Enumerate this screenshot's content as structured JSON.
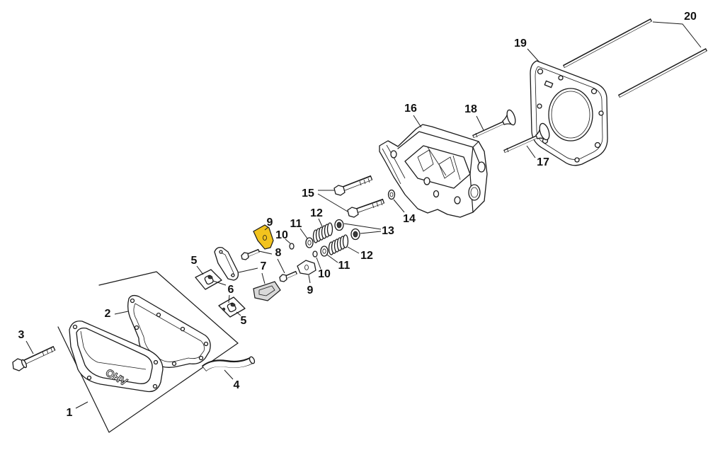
{
  "callouts": [
    "1",
    "2",
    "3",
    "4",
    "5",
    "5",
    "6",
    "7",
    "8",
    "9",
    "9",
    "10",
    "10",
    "11",
    "11",
    "12",
    "12",
    "13",
    "14",
    "15",
    "16",
    "17",
    "18",
    "19",
    "20"
  ],
  "cover_lettering": "OHV",
  "colors": {
    "highlight": "#f2c31e",
    "line": "#1a1a1a",
    "background": "#ffffff"
  }
}
